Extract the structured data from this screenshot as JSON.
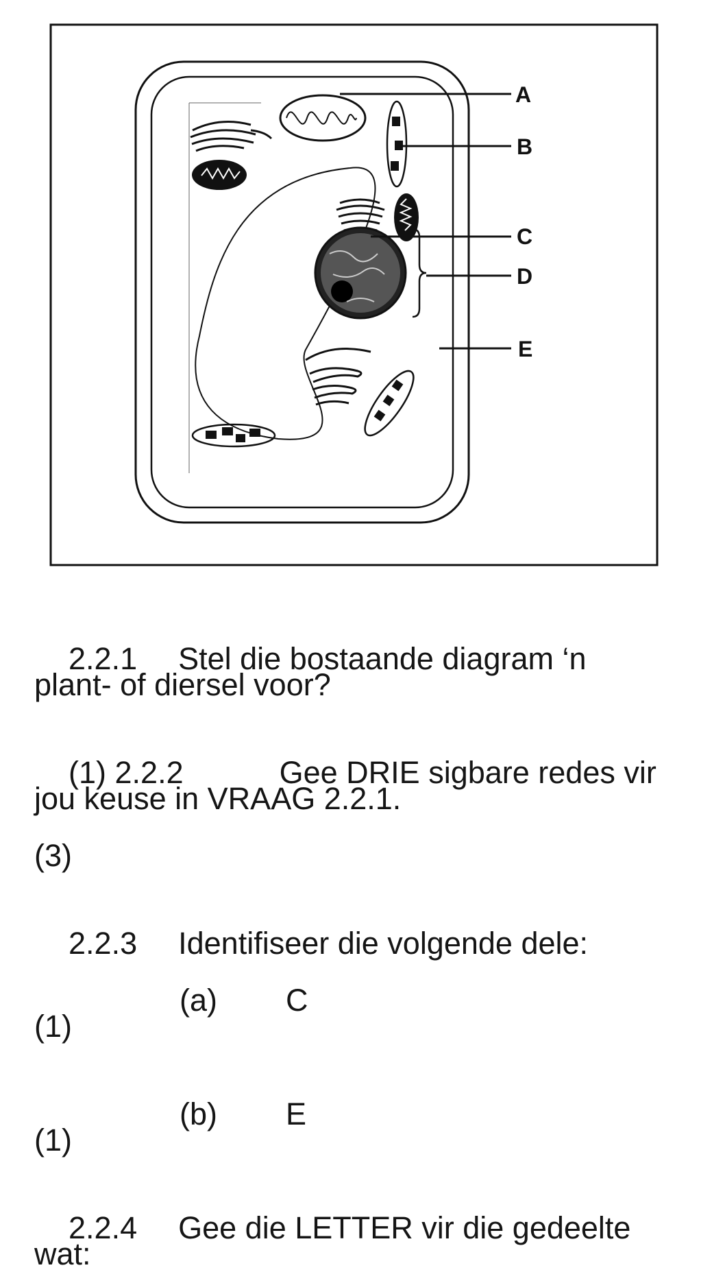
{
  "diagram": {
    "labels": [
      "A",
      "B",
      "C",
      "D",
      "E"
    ]
  },
  "questions": {
    "q221": {
      "num": "2.2.1",
      "text": "Stel die bostaande diagram ‘n",
      "cont": "plant- of diersel voor?"
    },
    "q222": {
      "mark_prev": "(1)",
      "num": "2.2.2",
      "text": "Gee DRIE sigbare redes vir",
      "cont": "jou keuse in VRAAG 2.2.1.",
      "mark": "(3)"
    },
    "q223": {
      "num": "2.2.3",
      "text": "Identifiseer die volgende dele:",
      "items": [
        {
          "letter": "(a)",
          "value": "C",
          "mark": "(1)"
        },
        {
          "letter": "(b)",
          "value": "E",
          "mark": "(1)"
        }
      ]
    },
    "q224": {
      "num": "2.2.4",
      "text": "Gee die LETTER vir die gedeelte",
      "cont": "wat:"
    }
  }
}
